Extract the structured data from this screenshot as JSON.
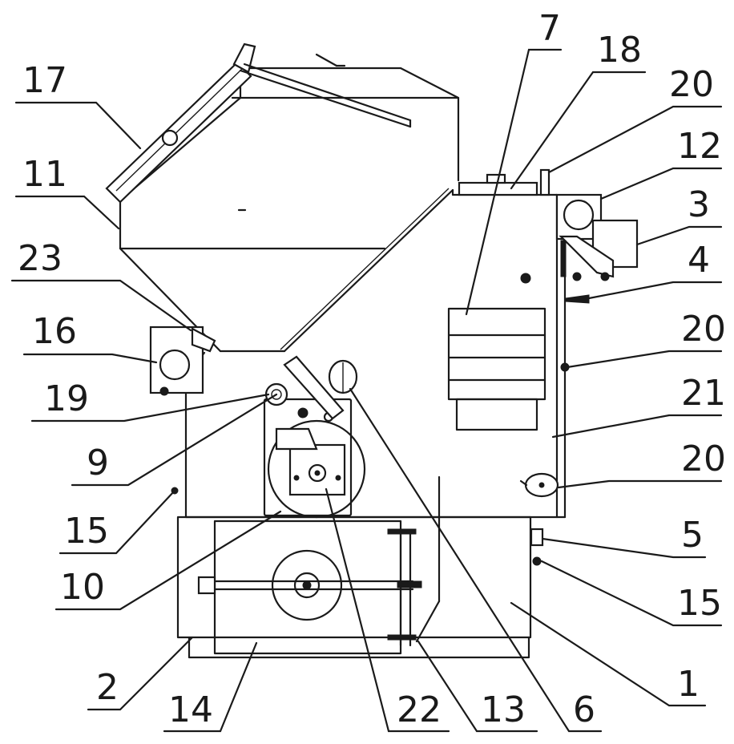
{
  "figure": {
    "callouts": [
      {
        "id": "c17",
        "label": "17"
      },
      {
        "id": "c11",
        "label": "11"
      },
      {
        "id": "c23",
        "label": "23"
      },
      {
        "id": "c16",
        "label": "16"
      },
      {
        "id": "c19",
        "label": "19"
      },
      {
        "id": "c9",
        "label": "9"
      },
      {
        "id": "c15a",
        "label": "15"
      },
      {
        "id": "c10",
        "label": "10"
      },
      {
        "id": "c2",
        "label": "2"
      },
      {
        "id": "c14",
        "label": "14"
      },
      {
        "id": "c22",
        "label": "22"
      },
      {
        "id": "c13",
        "label": "13"
      },
      {
        "id": "c6",
        "label": "6"
      },
      {
        "id": "c1",
        "label": "1"
      },
      {
        "id": "c15b",
        "label": "15"
      },
      {
        "id": "c5",
        "label": "5"
      },
      {
        "id": "c20c",
        "label": "20"
      },
      {
        "id": "c21",
        "label": "21"
      },
      {
        "id": "c20b",
        "label": "20"
      },
      {
        "id": "c4",
        "label": "4"
      },
      {
        "id": "c3",
        "label": "3"
      },
      {
        "id": "c12",
        "label": "12"
      },
      {
        "id": "c20a",
        "label": "20"
      },
      {
        "id": "c18",
        "label": "18"
      },
      {
        "id": "c7",
        "label": "7"
      }
    ]
  }
}
